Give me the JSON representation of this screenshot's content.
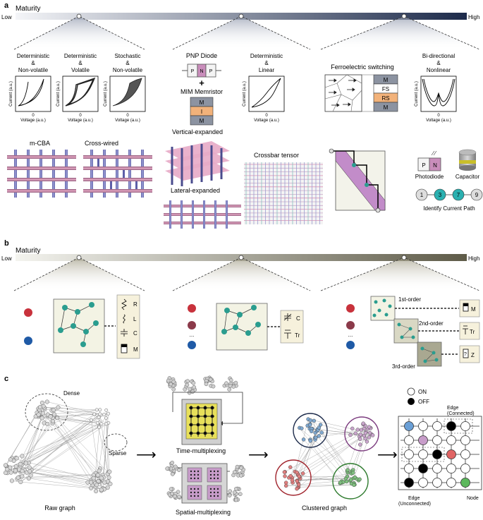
{
  "panel_a": {
    "label": "a",
    "maturity_title": "Maturity",
    "low": "Low",
    "high": "High",
    "iv_curves": [
      {
        "title_lines": [
          "Deterministic",
          "&",
          "Non-volatile"
        ],
        "ylabel": "Current (a.u.)",
        "xlabel": "Voltage (a.u.)",
        "zero": "0"
      },
      {
        "title_lines": [
          "Deterministic",
          "&",
          "Volatile"
        ],
        "ylabel": "Current (a.u.)",
        "xlabel": "Voltage (a.u.)",
        "zero": "0"
      },
      {
        "title_lines": [
          "Stochastic",
          "&",
          "Non-volatile"
        ],
        "ylabel": "Current (a.u.)",
        "xlabel": "Voltage (a.u.)",
        "zero": "0"
      },
      {
        "title_lines": [
          "Deterministic",
          "&",
          "Linear"
        ],
        "ylabel": "Current (a.u.)",
        "xlabel": "Voltage (a.u.)",
        "zero": "0"
      },
      {
        "title_lines": [
          "Bi-directional",
          "&",
          "Nonlinear"
        ],
        "ylabel": "Current (a.u.)",
        "xlabel": "Voltage (a.u.)",
        "zero": "0"
      }
    ],
    "pnp_title": "PNP Diode",
    "pnp_letters": [
      "P",
      "N",
      "P"
    ],
    "plus": "+",
    "mim_title": "MIM Memristor",
    "mim_layers": [
      "M",
      "I",
      "M"
    ],
    "ferro_title": "Ferroelectric switching",
    "ferro_layers": [
      "M",
      "FS",
      "RS",
      "M"
    ],
    "arch_labels": {
      "mcba": "m-CBA",
      "crosswired": "Cross-wired",
      "vertical": "Vertical-expanded",
      "lateral": "Lateral-expanded",
      "tensor": "Crossbar tensor"
    },
    "photodiode": {
      "letters": [
        "P",
        "N"
      ],
      "label": "Photodiode"
    },
    "capacitor": {
      "label": "Capacitor"
    },
    "path": {
      "nodes": [
        "1",
        "3",
        "7",
        "9"
      ],
      "label": "Identify Current Path"
    }
  },
  "panel_b": {
    "label": "b",
    "maturity_title": "Maturity",
    "low": "Low",
    "high": "High",
    "left_elements": [
      "R",
      "L",
      "C",
      "M"
    ],
    "mid_elements": [
      "C",
      "Tr"
    ],
    "right_orders": [
      "1st-order",
      "2nd-order",
      "3rd-order"
    ],
    "right_elements": [
      "M",
      "Tr",
      "Z"
    ],
    "ellipsis": "...",
    "question": "?"
  },
  "panel_c": {
    "label": "c",
    "dense": "Dense",
    "sparse": "Sparse",
    "raw_graph": "Raw graph",
    "time_mux": "Time-multiplexing",
    "spatial_mux": "Spatial-multiplexing",
    "clustered": "Clustered graph",
    "legend_on": "ON",
    "legend_off": "OFF",
    "edge_connected": [
      "Edge",
      "(Connected)"
    ],
    "edge_unconnected": [
      "Edge",
      "(Unconnected)"
    ],
    "node": "Node"
  },
  "colors": {
    "dark_navy": "#1c2a4a",
    "olive": "#5e5b48",
    "teal": "#2a9d8f",
    "red": "#c8323c",
    "blue": "#1f5aa6",
    "maroon": "#8b3a4a",
    "pink_layer": "#e6b0cf",
    "orange_layer": "#f2b27a",
    "gray_layer": "#8c93a1",
    "yellow": "#e8e05a",
    "cream": "#f6f1dc",
    "purple": "#c79cc9"
  }
}
